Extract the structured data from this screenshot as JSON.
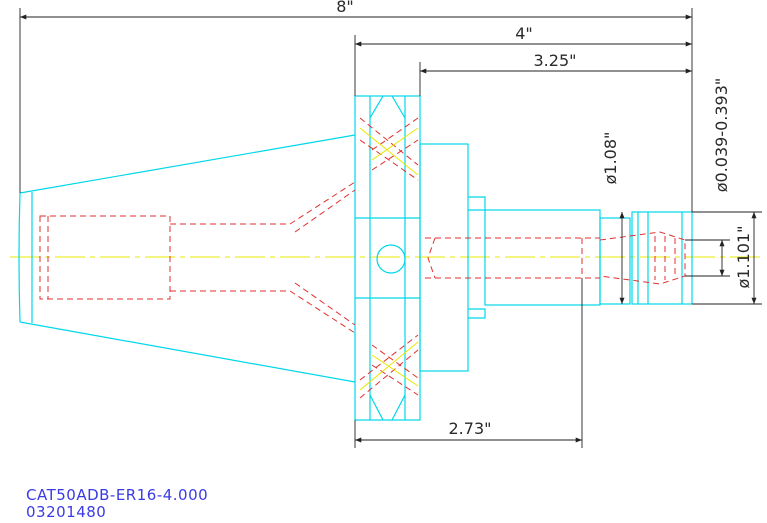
{
  "dimensions": {
    "overall_length": "8\"",
    "length_4": "4\"",
    "length_3_25": "3.25\"",
    "length_2_73": "2.73\"",
    "dia_1_08": "ø1.08\"",
    "dia_range": "ø0.039-0.393\"",
    "dia_1_101": "ø1.101\""
  },
  "caption": {
    "part_number": "CAT50ADB-ER16-4.000",
    "code": "03201480"
  },
  "colors": {
    "outline": "#00d7e8",
    "hidden": "#e03030",
    "center": "#e8e800",
    "dimension": "#222222",
    "caption": "#3a3ae6"
  }
}
